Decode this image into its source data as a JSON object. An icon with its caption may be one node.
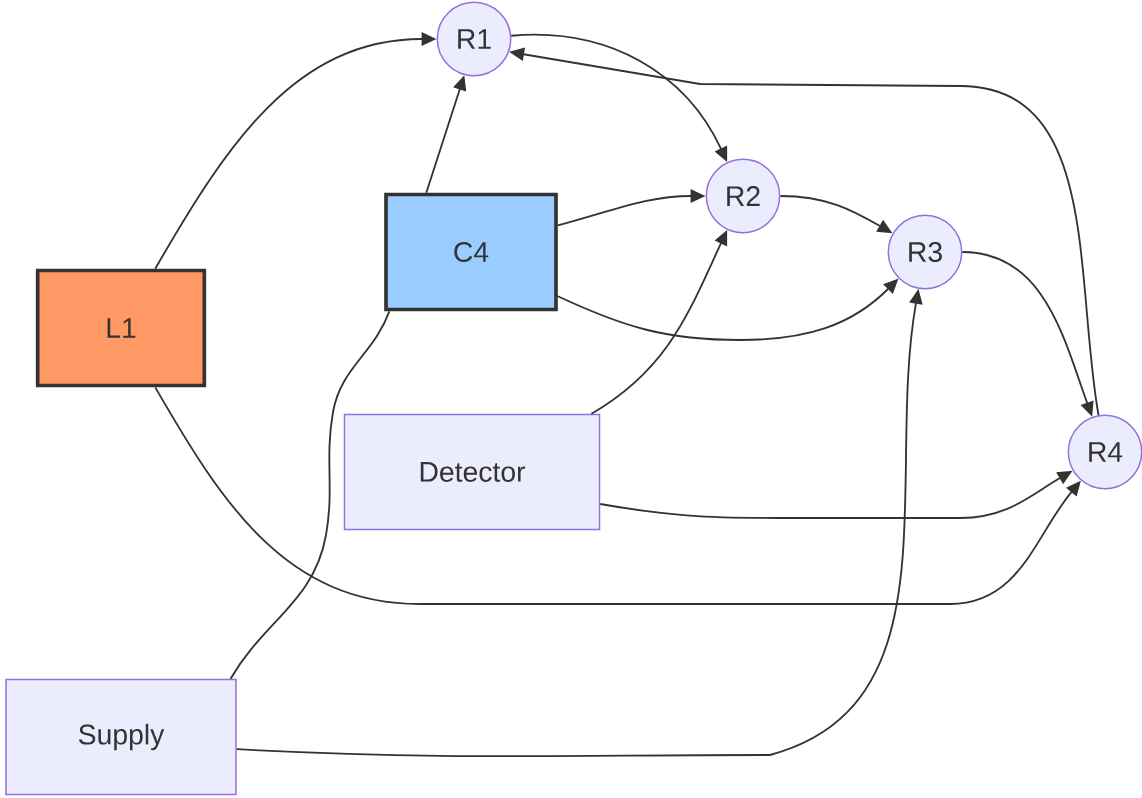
{
  "diagram": {
    "nodes": [
      {
        "text": [
          "L1"
        ]
      },
      {
        "text": [
          "C4"
        ]
      },
      {
        "text": [
          "Detector"
        ]
      },
      {
        "text": [
          "Supply"
        ]
      },
      {
        "text": [
          "R1"
        ]
      },
      {
        "text": [
          "R2"
        ]
      },
      {
        "text": [
          "R3"
        ]
      },
      {
        "text": [
          "R4"
        ]
      }
    ],
    "edges": [
      {
        "from": 0,
        "to": 4,
        "arrow": "to"
      },
      {
        "from": 0,
        "to": 7,
        "arrow": "to"
      },
      {
        "from": 1,
        "to": 4,
        "arrow": "to"
      },
      {
        "from": 1,
        "to": 5,
        "arrow": "to"
      },
      {
        "from": 1,
        "to": 6,
        "arrow": "to"
      },
      {
        "from": 2,
        "to": 5,
        "arrow": "to"
      },
      {
        "from": 2,
        "to": 7,
        "arrow": "to"
      },
      {
        "from": 3,
        "to": 1,
        "arrow": "none"
      },
      {
        "from": 3,
        "to": 6,
        "arrow": "to"
      },
      {
        "from": 4,
        "to": 5,
        "arrow": "to"
      },
      {
        "from": 5,
        "to": 6,
        "arrow": "to"
      },
      {
        "from": 6,
        "to": 7,
        "arrow": "to"
      },
      {
        "from": 7,
        "to": 4,
        "arrow": "to"
      }
    ]
  }
}
